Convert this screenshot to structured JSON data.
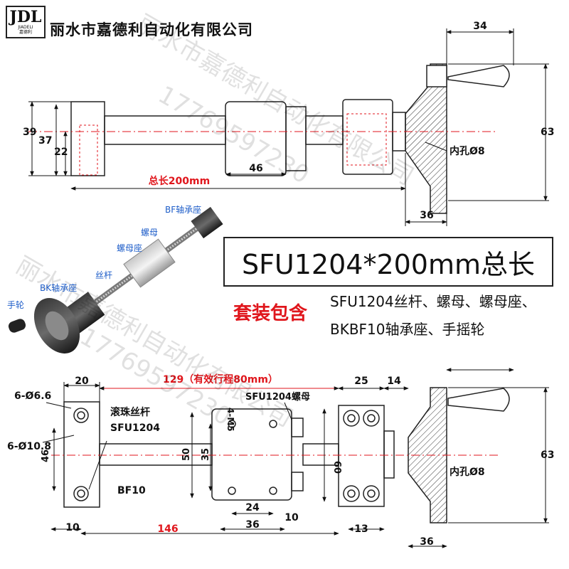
{
  "company": "丽水市嘉德利自动化有限公司",
  "logo": {
    "mark": "JDL",
    "sub1": "JIADELI",
    "sub2": "嘉德利"
  },
  "title": "SFU1204*200mm总长",
  "kit": {
    "label": "套装包含",
    "line1": "SFU1204丝杆、螺母、螺母座、",
    "line2": "BKBF10轴承座、手摇轮"
  },
  "photo_labels": {
    "bf": "BF轴承座",
    "nut": "螺母",
    "nut_seat": "螺母座",
    "screw": "丝杆",
    "bk": "BK轴承座",
    "wheel": "手轮"
  },
  "top_dims": {
    "d34": "34",
    "d63": "63",
    "d39": "39",
    "d37": "37",
    "d22": "22",
    "d46": "46",
    "total": "总长200mm",
    "bore": "内孔Ø8",
    "d36": "36"
  },
  "bottom_dims": {
    "d20": "20",
    "stroke": "129（有效行程80mm）",
    "d25": "25",
    "d14": "14",
    "hole66": "6-Ø6.6",
    "hole108": "6-Ø10.8",
    "ball_screw": "滚珠丝杆",
    "sfu": "SFU1204",
    "m5": "4-M5",
    "nut": "SFU1204螺母",
    "d46": "46",
    "d50": "50",
    "d35": "35",
    "d60": "60",
    "d63": "63",
    "bore": "内孔Ø8",
    "bf10": "BF10",
    "d24": "24",
    "d36": "36",
    "d10a": "10",
    "d10b": "10",
    "d146": "146",
    "d13": "13",
    "d36b": "36"
  },
  "watermark": {
    "text1": "丽水市嘉德利自动化有限公司",
    "text2": "17769597230"
  }
}
